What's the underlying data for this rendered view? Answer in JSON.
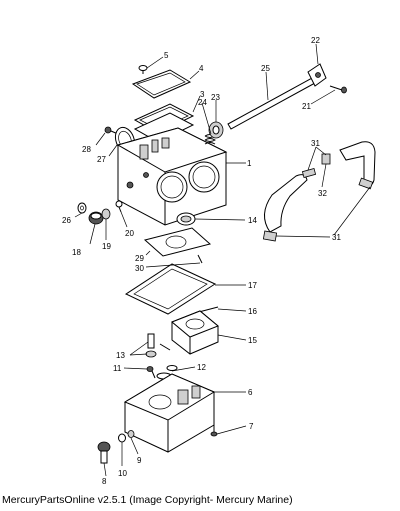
{
  "caption": "MercuryPartsOnline v2.5.1 (Image Copyright- Mercury Marine)",
  "labels": {
    "p1": "1",
    "p3": "3",
    "p4": "4",
    "p5": "5",
    "p6": "6",
    "p7": "7",
    "p8": "8",
    "p9": "9",
    "p10": "10",
    "p11": "11",
    "p12": "12",
    "p13": "13",
    "p14": "14",
    "p15": "15",
    "p16": "16",
    "p17": "17",
    "p18": "18",
    "p19": "19",
    "p20": "20",
    "p21": "21",
    "p22": "22",
    "p23": "23",
    "p24": "24",
    "p25": "25",
    "p26": "26",
    "p27": "27",
    "p28": "28",
    "p29": "29",
    "p30": "30",
    "p31a": "31",
    "p31b": "31",
    "p32": "32"
  }
}
